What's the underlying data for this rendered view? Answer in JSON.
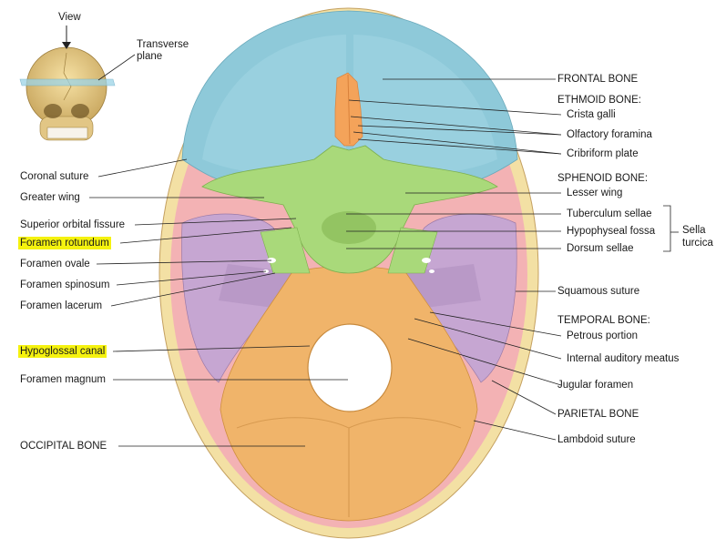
{
  "orientation": {
    "view_label": "View",
    "plane_label_line1": "Transverse",
    "plane_label_line2": "plane"
  },
  "left_labels": {
    "coronal_suture": "Coronal suture",
    "greater_wing": "Greater wing",
    "superior_orbital_fissure": "Superior orbital fissure",
    "foramen_rotundum": "Foramen rotundum",
    "foramen_ovale": "Foramen ovale",
    "foramen_spinosum": "Foramen spinosum",
    "foramen_lacerum": "Foramen lacerum",
    "hypoglossal_canal": "Hypoglossal canal",
    "foramen_magnum": "Foramen magnum",
    "occipital_bone": "OCCIPITAL BONE"
  },
  "right_labels": {
    "frontal_bone": "FRONTAL BONE",
    "ethmoid_bone": "ETHMOID BONE:",
    "crista_galli": "Crista galli",
    "olfactory_foramina": "Olfactory foramina",
    "cribriform_plate": "Cribriform plate",
    "sphenoid_bone": "SPHENOID BONE:",
    "lesser_wing": "Lesser wing",
    "tuberculum_sellae": "Tuberculum sellae",
    "hypophyseal_fossa": "Hypophyseal fossa",
    "dorsum_sellae": "Dorsum sellae",
    "sella_line1": "Sella",
    "sella_line2": "turcica",
    "squamous_suture": "Squamous suture",
    "temporal_bone": "TEMPORAL BONE:",
    "petrous_portion": "Petrous portion",
    "internal_auditory_meatus": "Internal auditory meatus",
    "jugular_foramen": "Jugular foramen",
    "parietal_bone": "PARIETAL BONE",
    "lambdoid_suture": "Lambdoid suture"
  },
  "highlighted": [
    "Foramen rotundum",
    "Hypoglossal canal"
  ],
  "colors": {
    "frontal": "#8ec9d9",
    "parietal": "#f3b2b4",
    "sphenoid": "#a9d97a",
    "ethmoid": "#f4a35a",
    "temporal": "#c6a6d2",
    "occipital": "#f0b46a",
    "outer_table": "#f3e0a4",
    "highlight": "#f5f20f"
  }
}
